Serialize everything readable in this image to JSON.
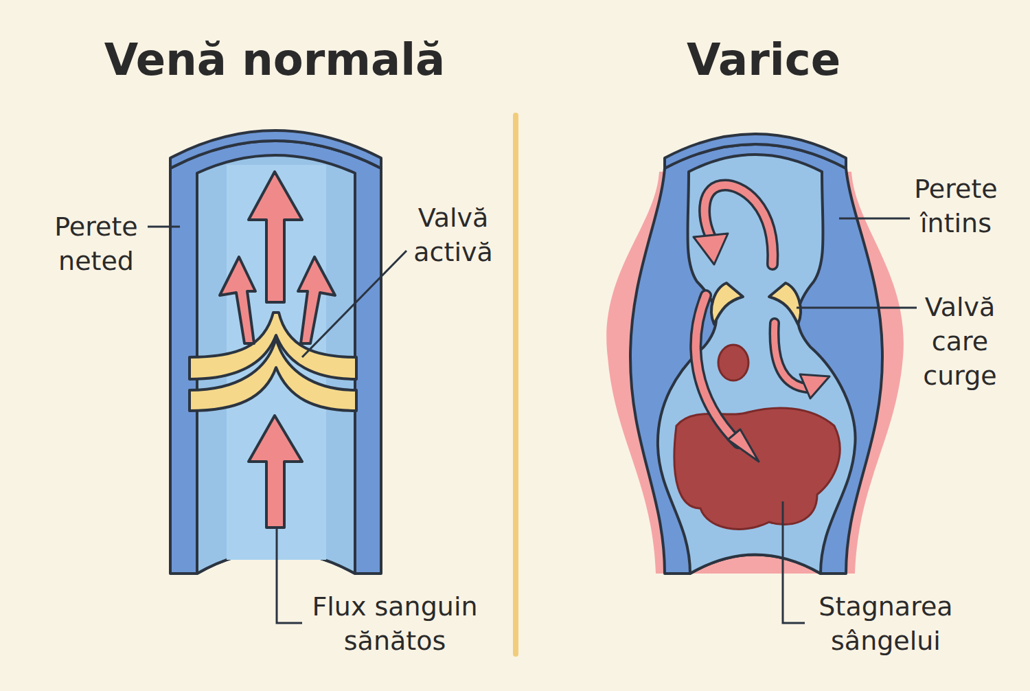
{
  "diagram": {
    "labels": [
      "Venă normală",
      "Varice",
      "Perete neted",
      "Valvă activă",
      "Flux sanguin sănătos",
      "Perete întins",
      "Valvă care curge",
      "Stagnarea sângelui"
    ]
  }
}
